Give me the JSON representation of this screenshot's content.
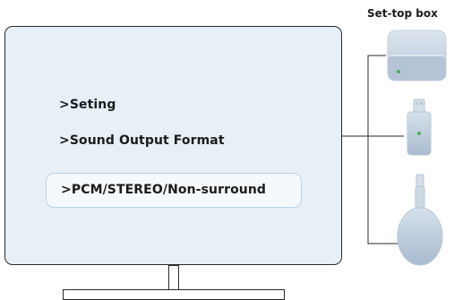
{
  "menu": {
    "item_1": ">Seting",
    "item_2": ">Sound Output Format",
    "item_3": ">PCM/STEREO/Non-surround"
  },
  "devices": {
    "title": "Set-top box",
    "icons": [
      "set-top-box-icon",
      "usb-stick-icon",
      "streaming-dongle-icon"
    ]
  },
  "colors": {
    "screen": "#e7f0f6",
    "device_body": "#b4c4d6",
    "led": "#4caf50",
    "outline": "#2a2a2a"
  }
}
